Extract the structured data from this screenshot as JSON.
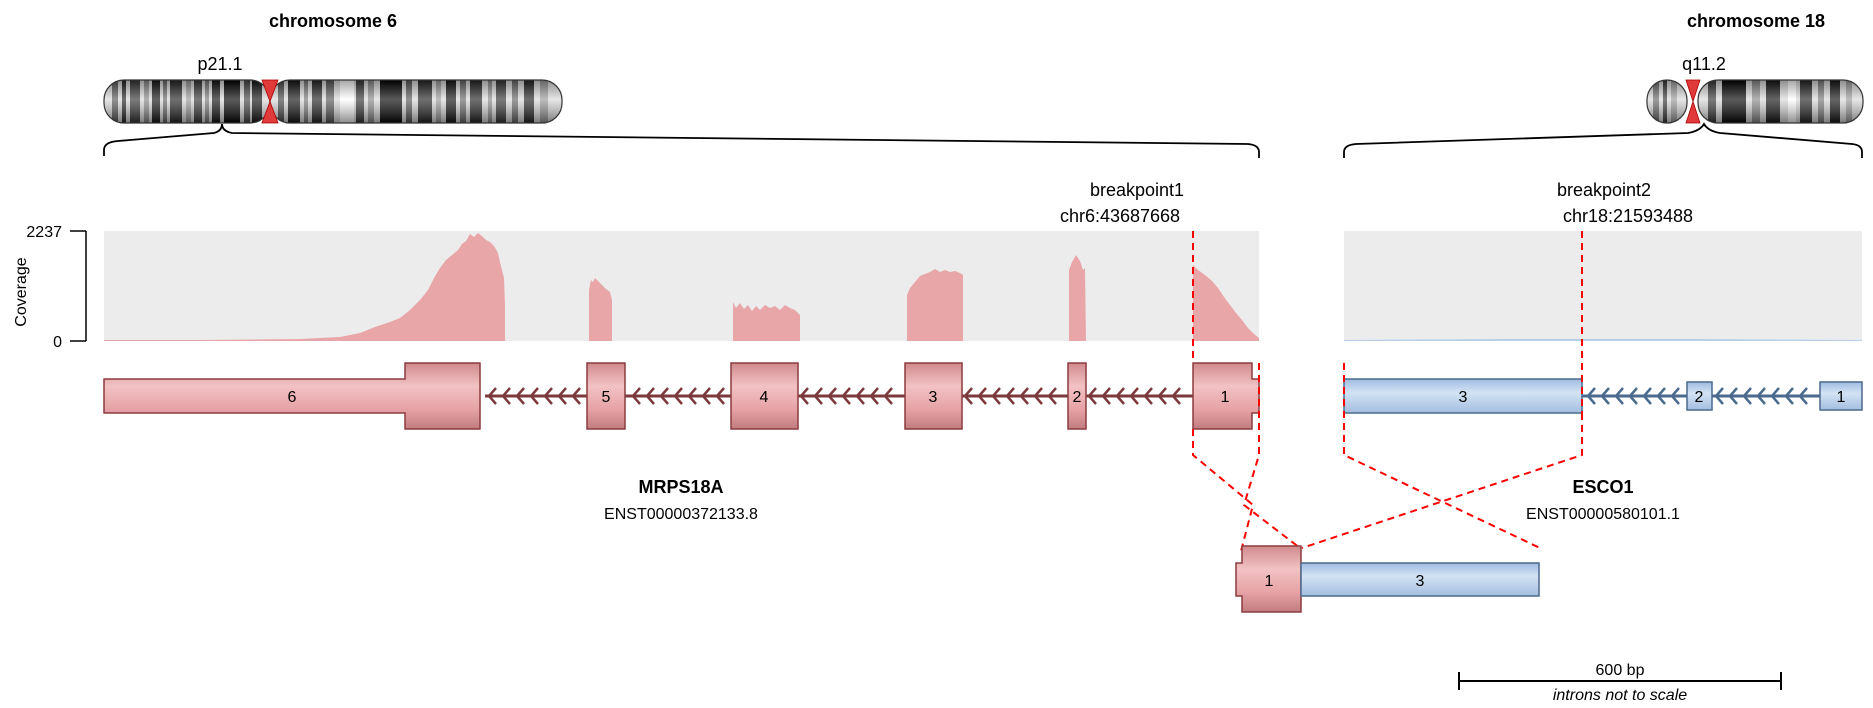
{
  "chromosomes": [
    {
      "title": "chromosome 6",
      "band": "p21.1"
    },
    {
      "title": "chromosome 18",
      "band": "q11.2"
    }
  ],
  "breakpoints": [
    {
      "name": "breakpoint1",
      "position": "chr6:43687668"
    },
    {
      "name": "breakpoint2",
      "position": "chr18:21593488"
    }
  ],
  "coverage": {
    "axis_title": "Coverage",
    "max_label": "2237",
    "min_label": "0",
    "max_value": 2237,
    "min_value": 0
  },
  "genes": [
    {
      "name": "MRPS18A",
      "transcript": "ENST00000372133.8",
      "exons": [
        "6",
        "5",
        "4",
        "3",
        "2",
        "1"
      ],
      "color_fill": "#e8a6a8",
      "color_edge": "#8b3c3f"
    },
    {
      "name": "ESCO1",
      "transcript": "ENST00000580101.1",
      "exons": [
        "3",
        "2",
        "1"
      ],
      "color_fill": "#b7d0ea",
      "color_edge": "#4a6a8e"
    }
  ],
  "fusion": {
    "exons": [
      "1",
      "3"
    ]
  },
  "scale_bar": {
    "label": "600 bp",
    "note": "introns not to scale"
  },
  "colors": {
    "coverage_bg": "#ececec",
    "coverage_fill": "#e8a6a8",
    "breakpoint_line": "#ff0000",
    "centromere": "#e03a3a"
  }
}
